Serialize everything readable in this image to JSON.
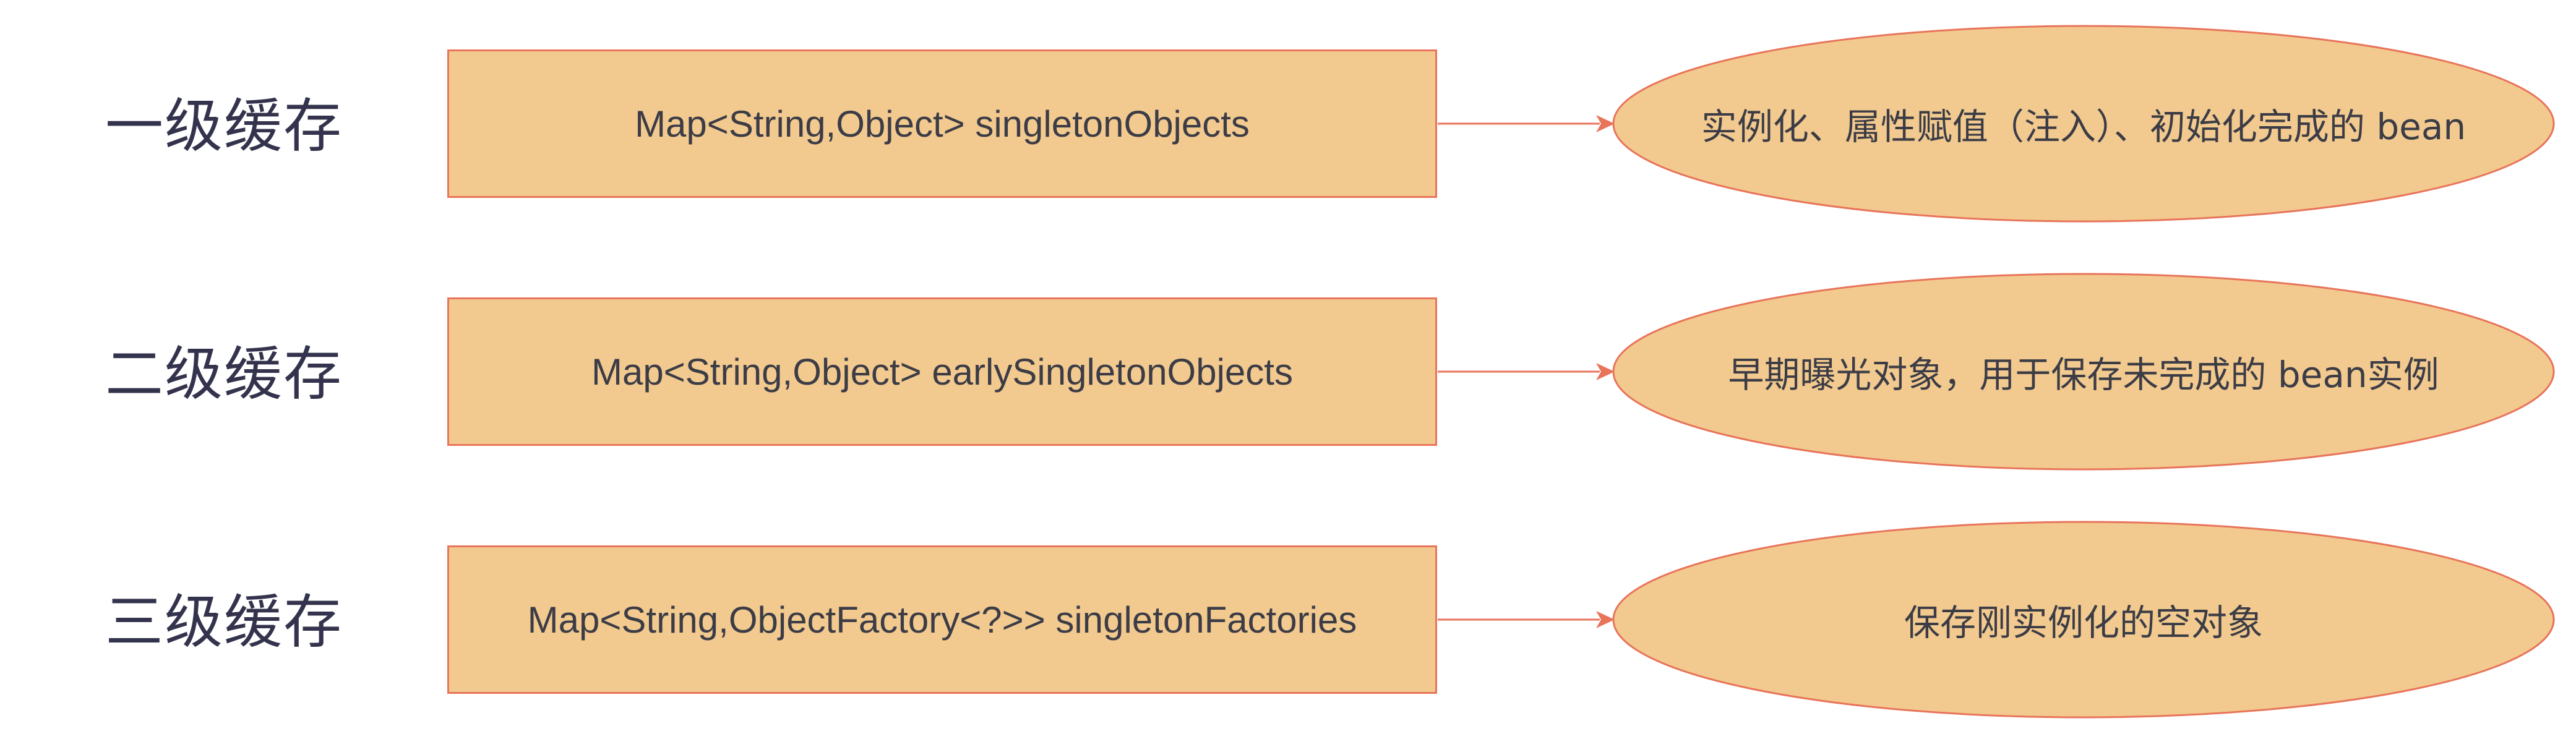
{
  "colors": {
    "box_fill": "#f2ca8f",
    "box_stroke": "#e8745a",
    "arrow": "#e8745a",
    "label_text": "#33334d",
    "body_text": "#3c3c46"
  },
  "tiers": [
    {
      "level": "一级缓存",
      "map": "Map<String,Object> singletonObjects",
      "description": "实例化、属性赋值（注入）、初始化完成的 bean"
    },
    {
      "level": "二级缓存",
      "map": "Map<String,Object> earlySingletonObjects",
      "description": "早期曝光对象，用于保存未完成的 bean实例"
    },
    {
      "level": "三级缓存",
      "map": "Map<String,ObjectFactory<?>> singletonFactories",
      "description": "保存刚实例化的空对象"
    }
  ]
}
